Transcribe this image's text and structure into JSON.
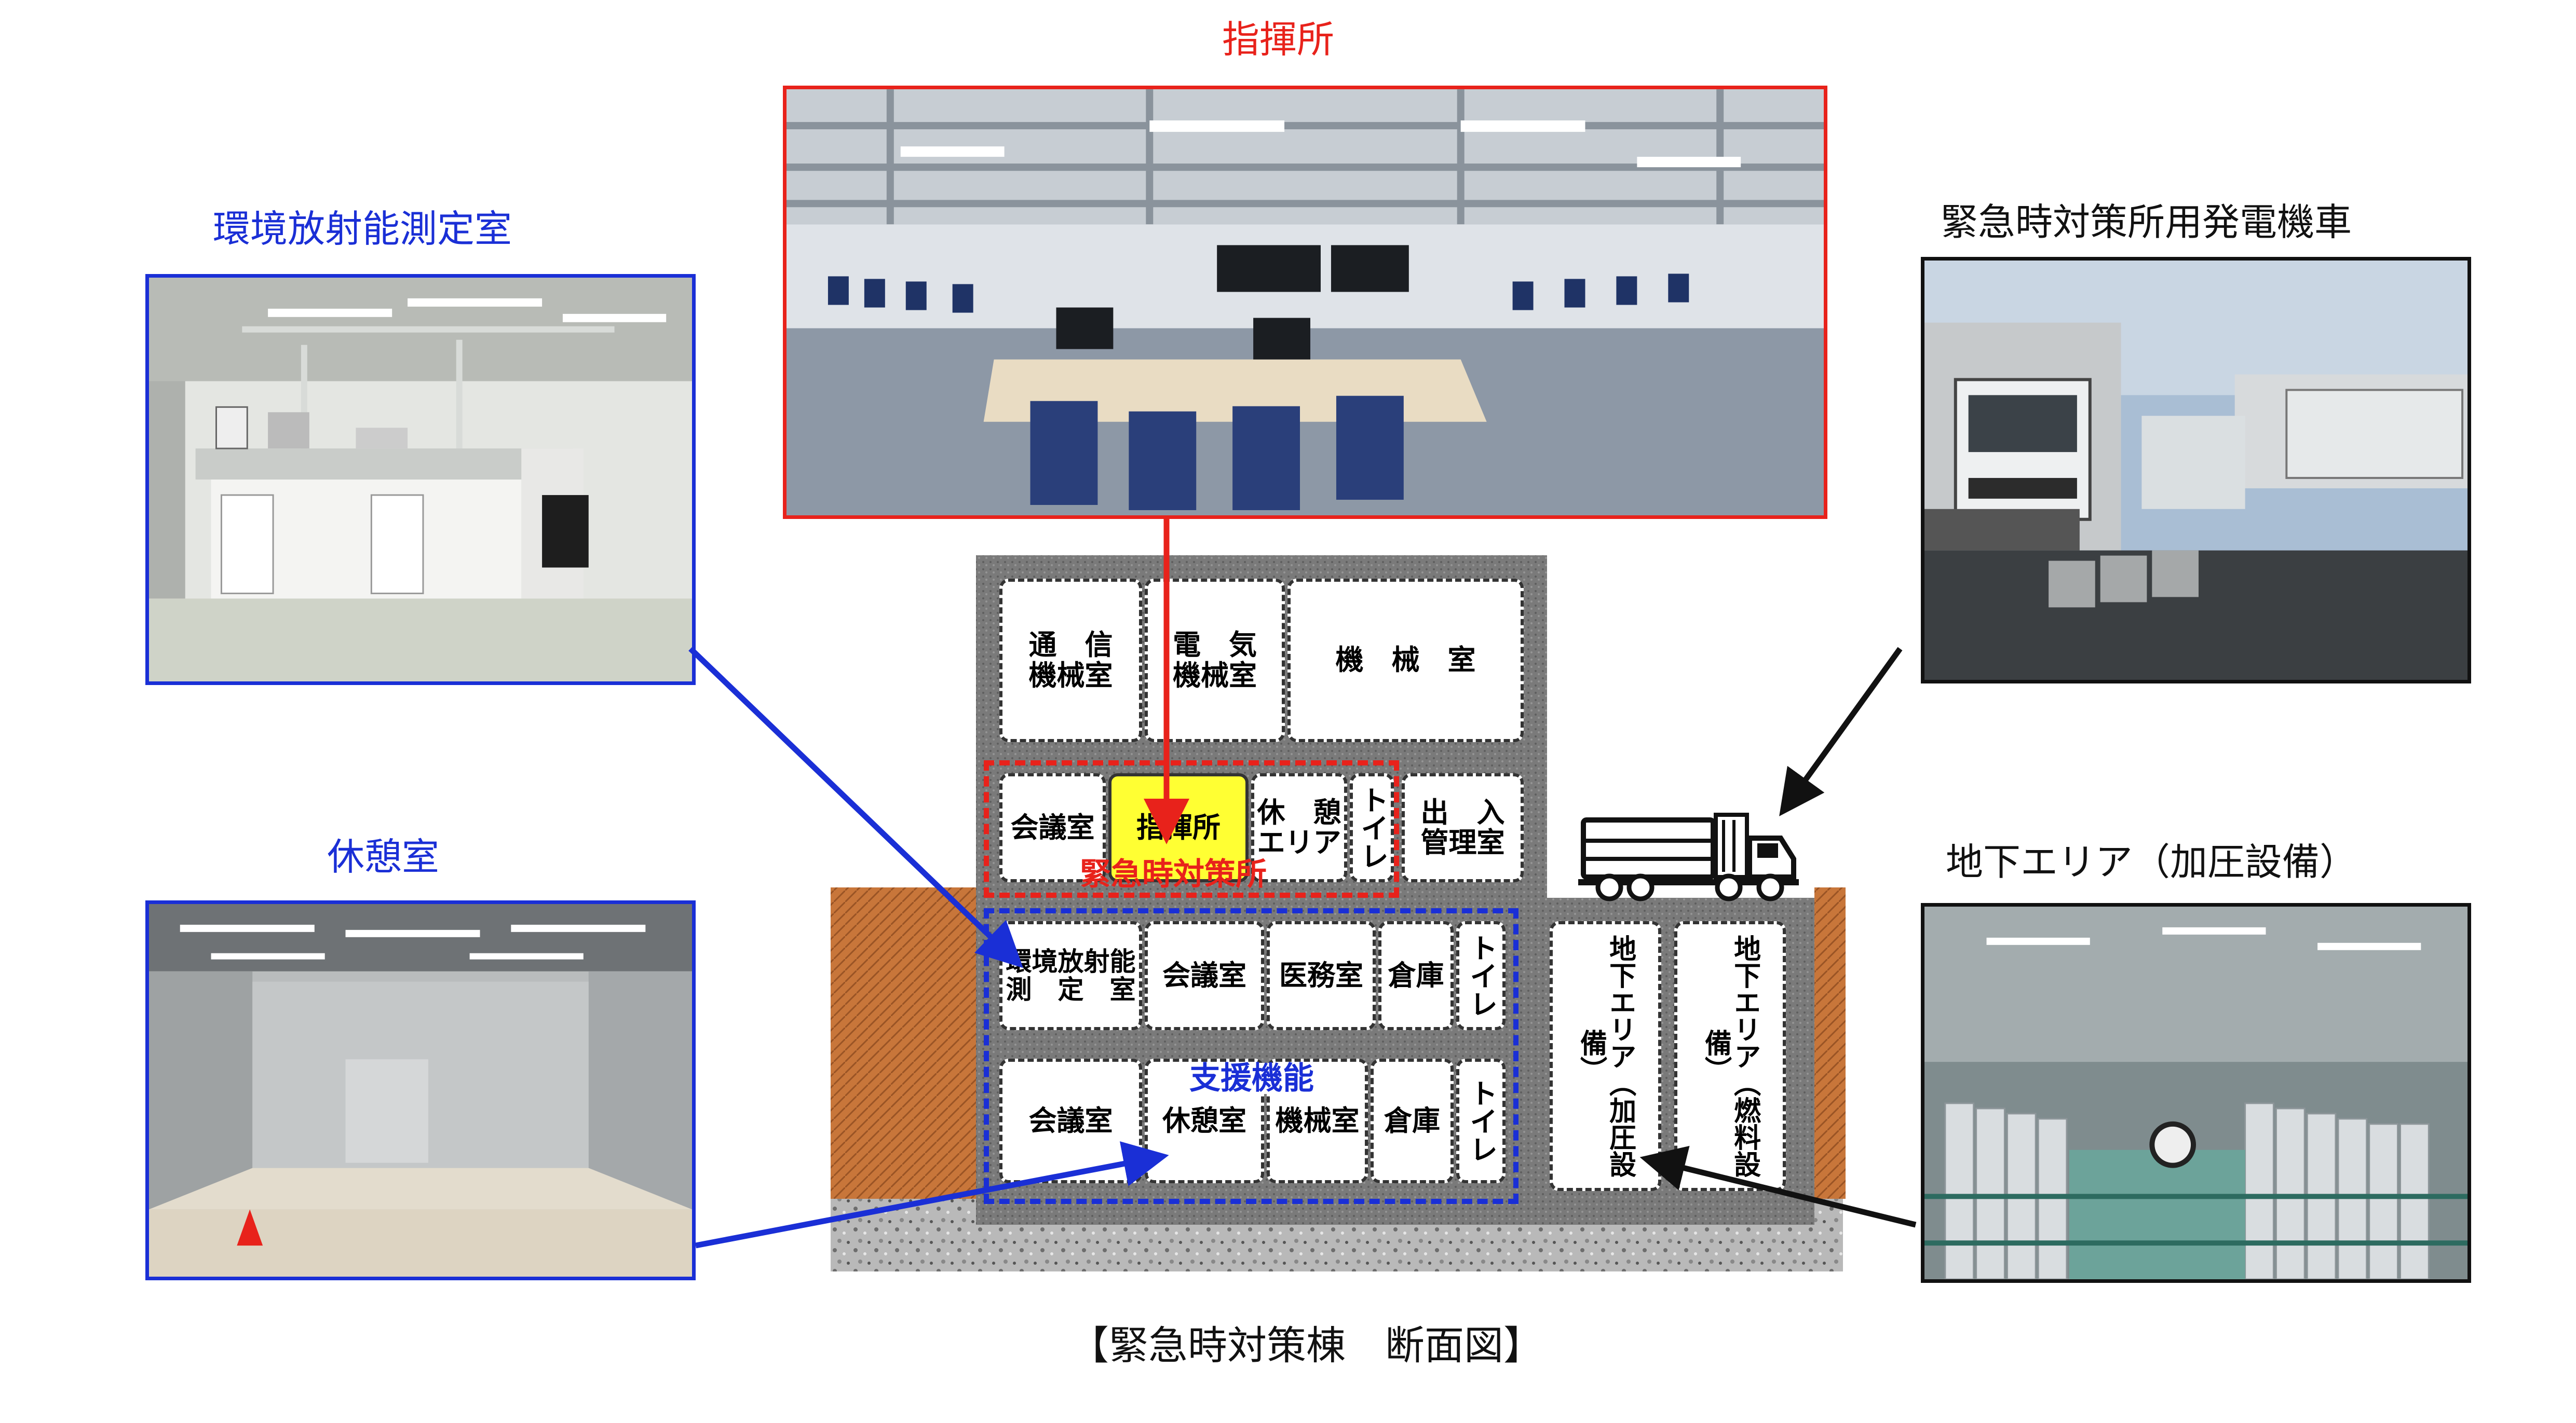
{
  "labels": {
    "command_center": "指揮所",
    "env_radiation_room": "環境放射能測定室",
    "generator_truck": "緊急時対策所用発電機車",
    "rest_room": "休憩室",
    "underground_area": "地下エリア（加圧設備）"
  },
  "caption": "【緊急時対策棟　断面図】",
  "building": {
    "floor3": {
      "comm_machine": "通　信\n機械室",
      "elec_machine": "電　気\n機械室",
      "machine": "機　械　室"
    },
    "floor2": {
      "meeting": "会議室",
      "command": "指揮所",
      "rest_area": "休　憩\nエリア",
      "toilet": "トイレ",
      "access_control": "出　入\n管理室",
      "group_label": "緊急時対策所"
    },
    "b1": {
      "env_radiation": "環境放射能\n測　定　室",
      "meeting": "会議室",
      "medical": "医務室",
      "storage": "倉庫",
      "toilet": "トイレ"
    },
    "b2": {
      "meeting": "会議室",
      "rest": "休憩室",
      "machine": "機械室",
      "storage": "倉庫",
      "toilet": "トイレ",
      "group_label": "支援機能"
    },
    "underground": {
      "pressurization": "地下エリア（加圧設備）",
      "fuel": "地下エリア（燃料設備）"
    }
  },
  "colors": {
    "red": "#e8221b",
    "blue": "#1a2fd6",
    "black": "#111111",
    "soil": "#c8763a",
    "highlight": "#ffff33",
    "wall": "#7a7a7a"
  },
  "icons": [
    "truck-icon"
  ]
}
